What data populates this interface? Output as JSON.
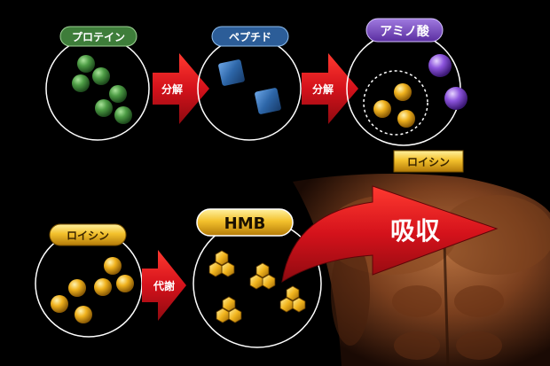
{
  "diagram": {
    "stage1": {
      "protein_label": "プロテイン",
      "peptide_label": "ペプチド",
      "amino_label": "アミノ酸",
      "leucine_label": "ロイシン",
      "arrow1_text": "分解",
      "arrow2_text": "分解"
    },
    "stage2": {
      "leucine_label": "ロイシン",
      "hmb_label": "HMB",
      "arrow_text": "代謝",
      "absorb_text": "吸収"
    },
    "colors": {
      "protein_ball": "#3f8f3a",
      "peptide_cube": "#2f6fb0",
      "amino_purple": "#8a4fd8",
      "gold": "#e6a81a",
      "arrow_red": "#c8101a",
      "protein_label_bg": "#3e7d3a",
      "peptide_label_bg": "#2c5d98",
      "amino_label_bg": "#6b3fb0"
    }
  }
}
